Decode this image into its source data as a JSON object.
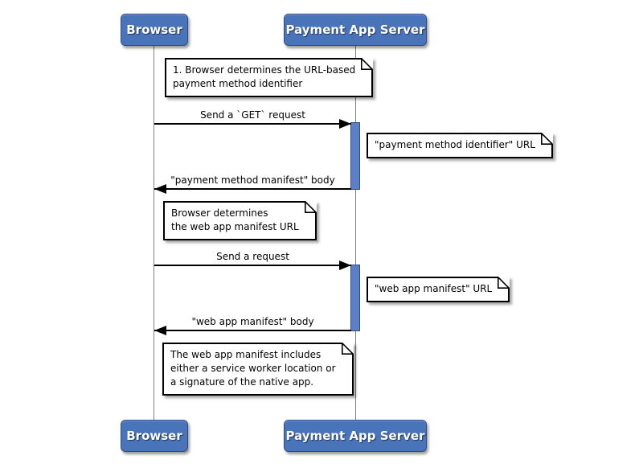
{
  "diagram": {
    "type": "uml-sequence",
    "actors": [
      {
        "id": "browser",
        "label": "Browser"
      },
      {
        "id": "payment-app-server",
        "label": "Payment App Server"
      }
    ],
    "messages": [
      {
        "from": "browser",
        "to": "payment-app-server",
        "direction": "right",
        "label": "Send a `GET` request"
      },
      {
        "from": "payment-app-server",
        "to": "browser",
        "direction": "left",
        "label": "\"payment method manifest\" body"
      },
      {
        "from": "browser",
        "to": "payment-app-server",
        "direction": "right",
        "label": "Send a request"
      },
      {
        "from": "payment-app-server",
        "to": "browser",
        "direction": "left",
        "label": "\"web app manifest\" body"
      }
    ],
    "notes": [
      {
        "lines": [
          "1. Browser determines the URL-based",
          "payment method identifier"
        ]
      },
      {
        "lines": [
          "\"payment method identifier\" URL"
        ]
      },
      {
        "lines": [
          "Browser determines",
          "the web app manifest URL"
        ]
      },
      {
        "lines": [
          "\"web app manifest\" URL"
        ]
      },
      {
        "lines": [
          "The web app manifest includes",
          "either a service worker location or",
          "a signature of the native app."
        ]
      }
    ],
    "colors": {
      "actor_fill": "#4a74ba",
      "actor_border": "#2e4c87",
      "activation_fill": "#5b80c8",
      "line": "#000000",
      "lifeline": "#808080",
      "note_fill": "#ffffff",
      "note_border": "#000000"
    }
  }
}
